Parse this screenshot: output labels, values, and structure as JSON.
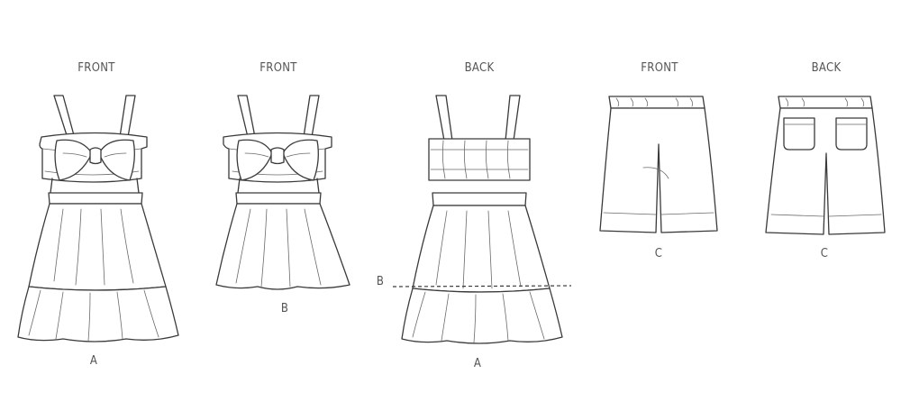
{
  "views": [
    {
      "view_label": "FRONT",
      "variation": "A"
    },
    {
      "view_label": "FRONT",
      "variation": "B"
    },
    {
      "view_label": "BACK",
      "variation": "A"
    },
    {
      "view_label": "FRONT",
      "variation": "C"
    },
    {
      "view_label": "BACK",
      "variation": "C"
    }
  ],
  "hem_marker": "B",
  "ink_color": "#3a3a3a",
  "label_color": "#555555"
}
